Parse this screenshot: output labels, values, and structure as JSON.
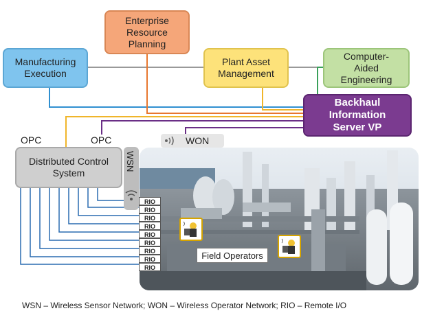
{
  "boxes": {
    "erp": "Enterprise Resource Planning",
    "mes": "Manufacturing Execution",
    "pam": "Plant Asset Management",
    "cae": "Computer-Aided Engineering",
    "bis": "Backhaul Information Server VP",
    "dcs": "Distributed Control System"
  },
  "labels": {
    "opc1": "OPC",
    "opc2": "OPC",
    "won": "WON",
    "wsn": "WSN",
    "field": "Field Operators"
  },
  "rio": [
    "RIO",
    "RIO",
    "RIO",
    "RIO",
    "RIO",
    "RIO",
    "RIO",
    "RIO",
    "RIO"
  ],
  "footer": "WSN – Wireless Sensor Network; WON – Wireless Operator Network; RIO – Remote I/O",
  "colors": {
    "erp": "#f5a679",
    "mes": "#7fc4ee",
    "pam": "#fde27a",
    "cae": "#c3e0a4",
    "bis": "#7b3b90",
    "dcs": "#cfcfcf",
    "wire_blue": "#2f8fd0",
    "wire_orange": "#e8772e",
    "wire_yellow": "#f0b52a",
    "wire_green": "#3aa05a",
    "wire_purple": "#6a2e86",
    "wire_grey": "#999999"
  },
  "icons": [
    "wireless-icon",
    "worker-tablet-icon",
    "industrial-plant-photo"
  ]
}
